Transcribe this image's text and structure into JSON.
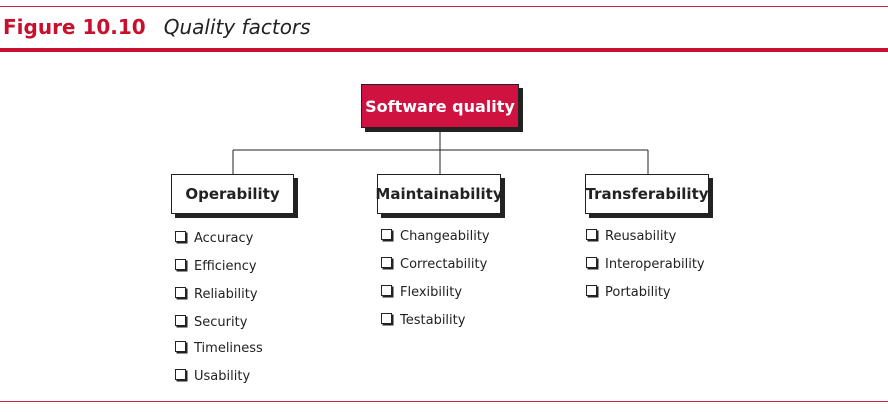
{
  "figure": {
    "number": "Figure 10.10",
    "title": "Quality factors"
  },
  "root": {
    "label": "Software quality"
  },
  "categories": [
    {
      "label": "Operability",
      "items": [
        "Accuracy",
        "Efficiency",
        "Reliability",
        "Security",
        "Timeliness",
        "Usability"
      ]
    },
    {
      "label": "Maintainability",
      "items": [
        "Changeability",
        "Correctability",
        "Flexibility",
        "Testability"
      ]
    },
    {
      "label": "Transferability",
      "items": [
        "Reusability",
        "Interoperability",
        "Portability"
      ]
    }
  ],
  "colors": {
    "accent": "#c8102e",
    "root_fill": "#cf1240",
    "text": "#222222"
  }
}
